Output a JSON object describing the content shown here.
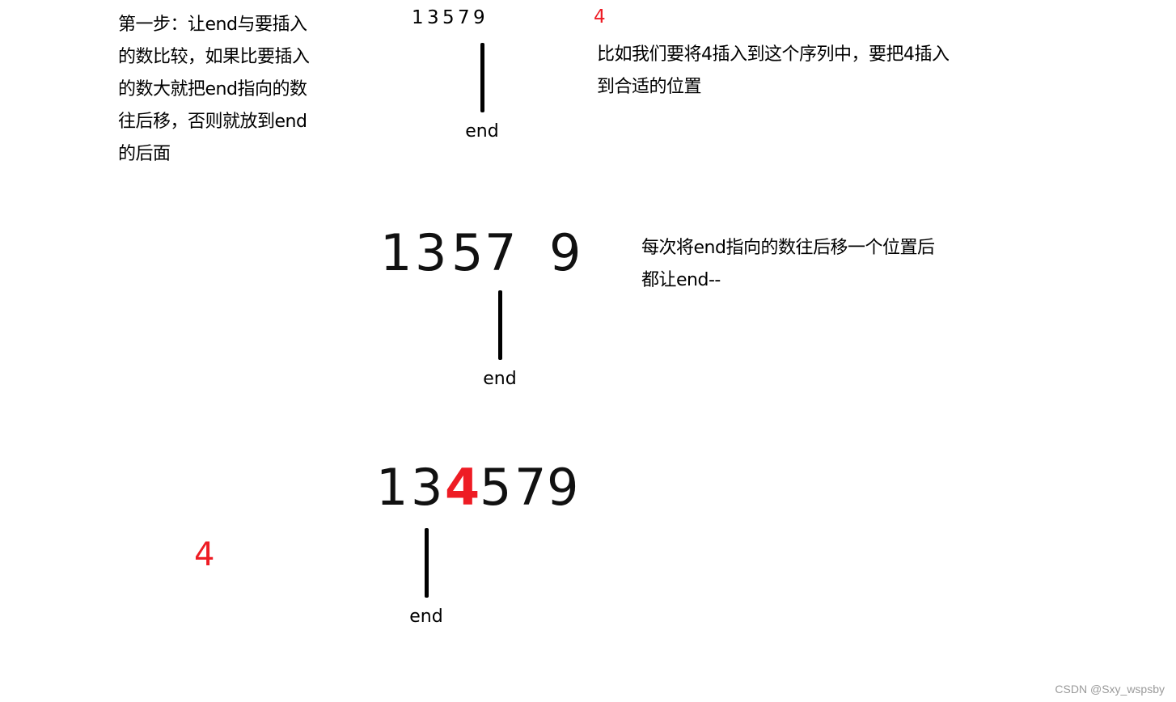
{
  "step_note": {
    "lines": [
      "第一步：让end与要插入",
      "的数比较，如果比要插入",
      "的数大就把end指向的数",
      "往后移，否则就放到end",
      "的后面"
    ]
  },
  "stage1": {
    "sequence": [
      "1",
      "3",
      "5",
      "7",
      "9"
    ],
    "insert_value": "4",
    "pointer_label": "end",
    "note_lines": [
      "比如我们要将4插入到这个序列中，要把4插入",
      "到合适的位置"
    ]
  },
  "stage2": {
    "sequence": [
      "1",
      "3",
      "5",
      "7",
      "",
      "9"
    ],
    "pointer_label": "end",
    "note_lines": [
      "每次将end指向的数往后移一个位置后",
      "都让end--"
    ]
  },
  "stage3": {
    "sequence": [
      "1",
      "3",
      "4",
      "5",
      "7",
      "9"
    ],
    "inserted_index": 2,
    "pointer_label": "end",
    "side_value": "4"
  },
  "colors": {
    "highlight": "#ee1c24",
    "text": "#000000",
    "watermark": "#9a9a9a"
  },
  "watermark": "CSDN @Sxy_wspsby"
}
